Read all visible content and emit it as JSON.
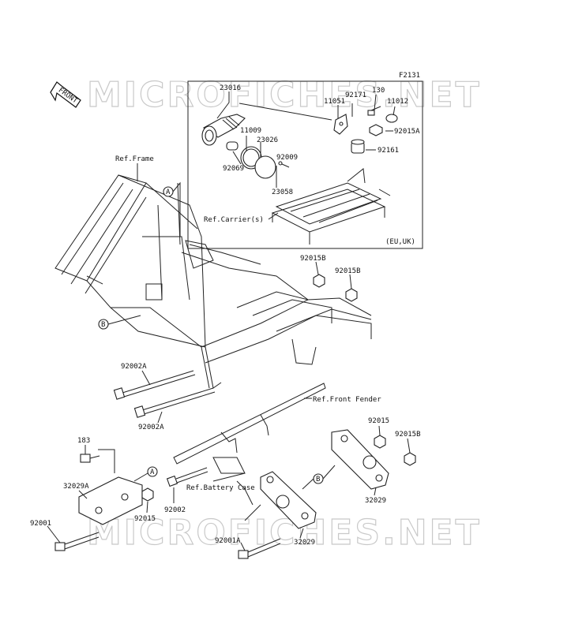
{
  "figure_code": "F2131",
  "watermark": "MICROFICHES.NET",
  "front_arrow": "FRONT",
  "inset_region": "(EU,UK)",
  "refs": {
    "frame": "Ref.Frame",
    "carrier": "Ref.Carrier(s)",
    "front_fender": "Ref.Front Fender",
    "battery_case": "Ref.Battery Case"
  },
  "callouts": {
    "a": "A",
    "b": "B"
  },
  "parts": {
    "p23016": "23016",
    "p11009": "11009",
    "p23026": "23026",
    "p92009": "92009",
    "p92069": "92069",
    "p23058": "23058",
    "p11051": "11051",
    "p92171": "92171",
    "p130": "130",
    "p11012": "11012",
    "p92015A": "92015A",
    "p92161": "92161",
    "p92015B_1": "92015B",
    "p92015B_2": "92015B",
    "p92002A_1": "92002A",
    "p92002A_2": "92002A",
    "p183": "183",
    "p32029A": "32029A",
    "p92001": "92001",
    "p92015_1": "92015",
    "p92002": "92002",
    "p92015_2": "92015",
    "p92015B_3": "92015B",
    "p32029_1": "32029",
    "p92001A": "92001A",
    "p32029_2": "32029"
  }
}
